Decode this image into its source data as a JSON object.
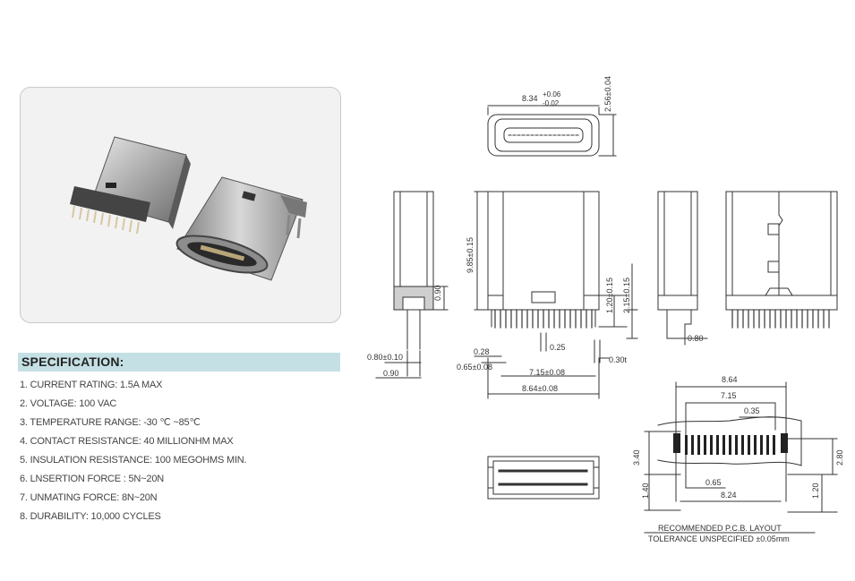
{
  "spec": {
    "title": "SPECIFICATION:",
    "items": [
      "1. CURRENT RATING: 1.5A MAX",
      "2. VOLTAGE: 100 VAC",
      "3. TEMPERATURE RANGE: -30 ℃ ~85℃",
      "4. CONTACT RESISTANCE: 40 MILLIONHM MAX",
      "5. INSULATION RESISTANCE: 100 MEGOHMS MIN.",
      "6. LNSERTION FORCE : 5N~20N",
      "7. UNMATING FORCE: 8N~20N",
      "8. DURABILITY:  10,000 CYCLES"
    ]
  },
  "dims": {
    "top_width": "8.34",
    "top_width_tol_plus": "+0.06",
    "top_width_tol_minus": "-0.02",
    "top_height": "2.56±0.04",
    "side_height": "0.90",
    "side_pin": "0.80±0.10",
    "side_pin_w": "0.90",
    "front_height": "9.85±0.15",
    "front_h1": "1.20±0.15",
    "front_h2": "2.15±0.15",
    "front_028": "0.28",
    "front_025": "0.25",
    "front_065": "0.65±0.08",
    "front_715": "7.15±0.08",
    "front_030": "0.30t",
    "front_864": "8.64±0.08",
    "side2_080": "0.80",
    "pcb_864": "8.64",
    "pcb_715": "7.15",
    "pcb_035": "0.35",
    "pcb_340": "3.40",
    "pcb_280": "2.80",
    "pcb_140": "1.40",
    "pcb_065": "0.65",
    "pcb_824": "8.24",
    "pcb_120": "1.20"
  },
  "pcb_note": {
    "line1": "RECOMMENDED  P.C.B. LAYOUT",
    "line2": "TOLERANCE UNSPECIFIED  ±0.05mm"
  }
}
